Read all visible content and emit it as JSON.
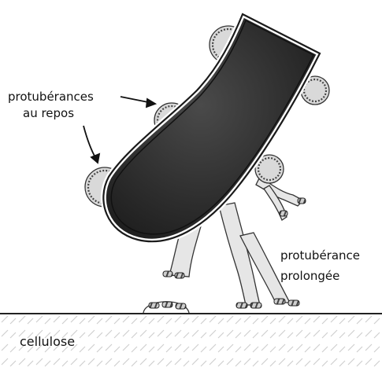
{
  "labels": {
    "resting_line1": "protubérances",
    "resting_line2": "au repos",
    "extended_line1": "protubérance",
    "extended_line2": "prolongée",
    "substrate": "cellulose"
  },
  "colors": {
    "cell_body": "#2b2b2b",
    "cell_outline": "#1a1a1a",
    "protuberance": "#d9d9d9",
    "hatch": "#cfcfcf",
    "text": "#111111"
  }
}
